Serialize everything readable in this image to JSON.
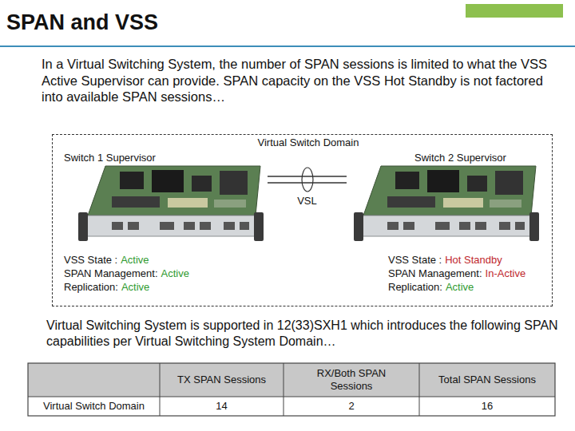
{
  "diagram": {
    "title": "SPAN and VSS",
    "nodes": [
      {
        "text": [
          "Virtual Switch Domain"
        ]
      },
      {
        "text": [
          "Switch 1 Supervisor",
          "VSS State :",
          "Active",
          "SPAN Management:",
          "Active",
          "Replication:",
          "Active"
        ],
        "in": 0
      },
      {
        "text": [
          "Switch 2 Supervisor",
          "VSS State :",
          "Hot Standby",
          "SPAN Management:",
          "In-Active",
          "Replication:",
          "Active"
        ],
        "in": 0
      }
    ],
    "edges": [
      {
        "from": 1,
        "to": 2,
        "arrow": "none",
        "label": "VSL"
      }
    ],
    "labels": [
      "In a Virtual Switching System, the number of SPAN sessions is limited to what the VSS Active Supervisor can provide. SPAN capacity on the VSS Hot Standby is not factored into available SPAN sessions…",
      "Virtual Switching System is supported in 12(33)SXH1 which introduces the following SPAN capabilities per Virtual Switching System Domain…",
      "TX SPAN Sessions",
      "RX/Both SPAN Sessions",
      "Total SPAN Sessions",
      "Virtual Switch Domain",
      "14",
      "2",
      "16"
    ]
  }
}
